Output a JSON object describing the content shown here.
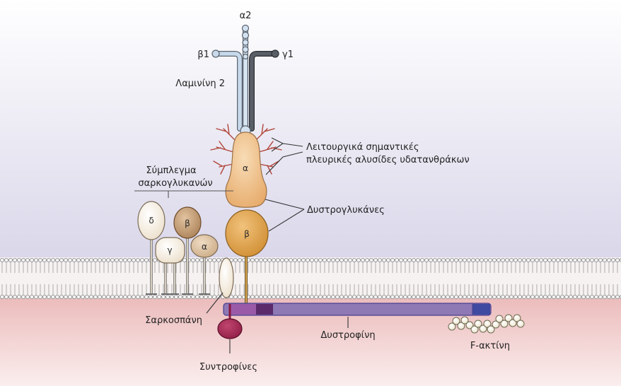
{
  "labels": {
    "alpha2": "α2",
    "beta1": "β1",
    "gamma1": "γ1",
    "laminin": "Λαμινίνη 2",
    "carb_line1": "Λειτουργικά σημαντικές",
    "carb_line2": "πλευρικές αλυσίδες υδατανθράκων",
    "sg_title_line1": "Σύμπλεγμα",
    "sg_title_line2": "σαρκογλυκανών",
    "dystroglycans": "Δυστρογλυκάνες",
    "sarcospan": "Σαρκοσπάνη",
    "dystrophin": "Δυστροφίνη",
    "syntrophins": "Συντροφίνες",
    "f_actin": "F-ακτίνη",
    "dg_alpha": "α",
    "dg_beta": "β",
    "sg_delta": "δ",
    "sg_beta": "β",
    "sg_gamma": "γ",
    "sg_alpha": "α"
  },
  "colors": {
    "extracellular_top": "#ffffff",
    "extracellular_bottom": "#d7d4e8",
    "cytoplasm_top": "#e8b0b0",
    "cytoplasm_bottom": "#fbeeee",
    "membrane_head": "#f4f4f4",
    "alpha_dystroglycan": "#f2c48e",
    "beta_dystroglycan": "#e4a548",
    "beta_sarcoglycan": "#c49a70",
    "cream_protein": "#f6eee0",
    "dystrophin": "#8e79b5",
    "dystrophin_dark": "#4c3f8e",
    "syntrophin": "#9b1c49",
    "laminin_light": "#c7d9ea",
    "laminin_dark": "#3d4148",
    "carbohydrate": "#b0453a"
  }
}
